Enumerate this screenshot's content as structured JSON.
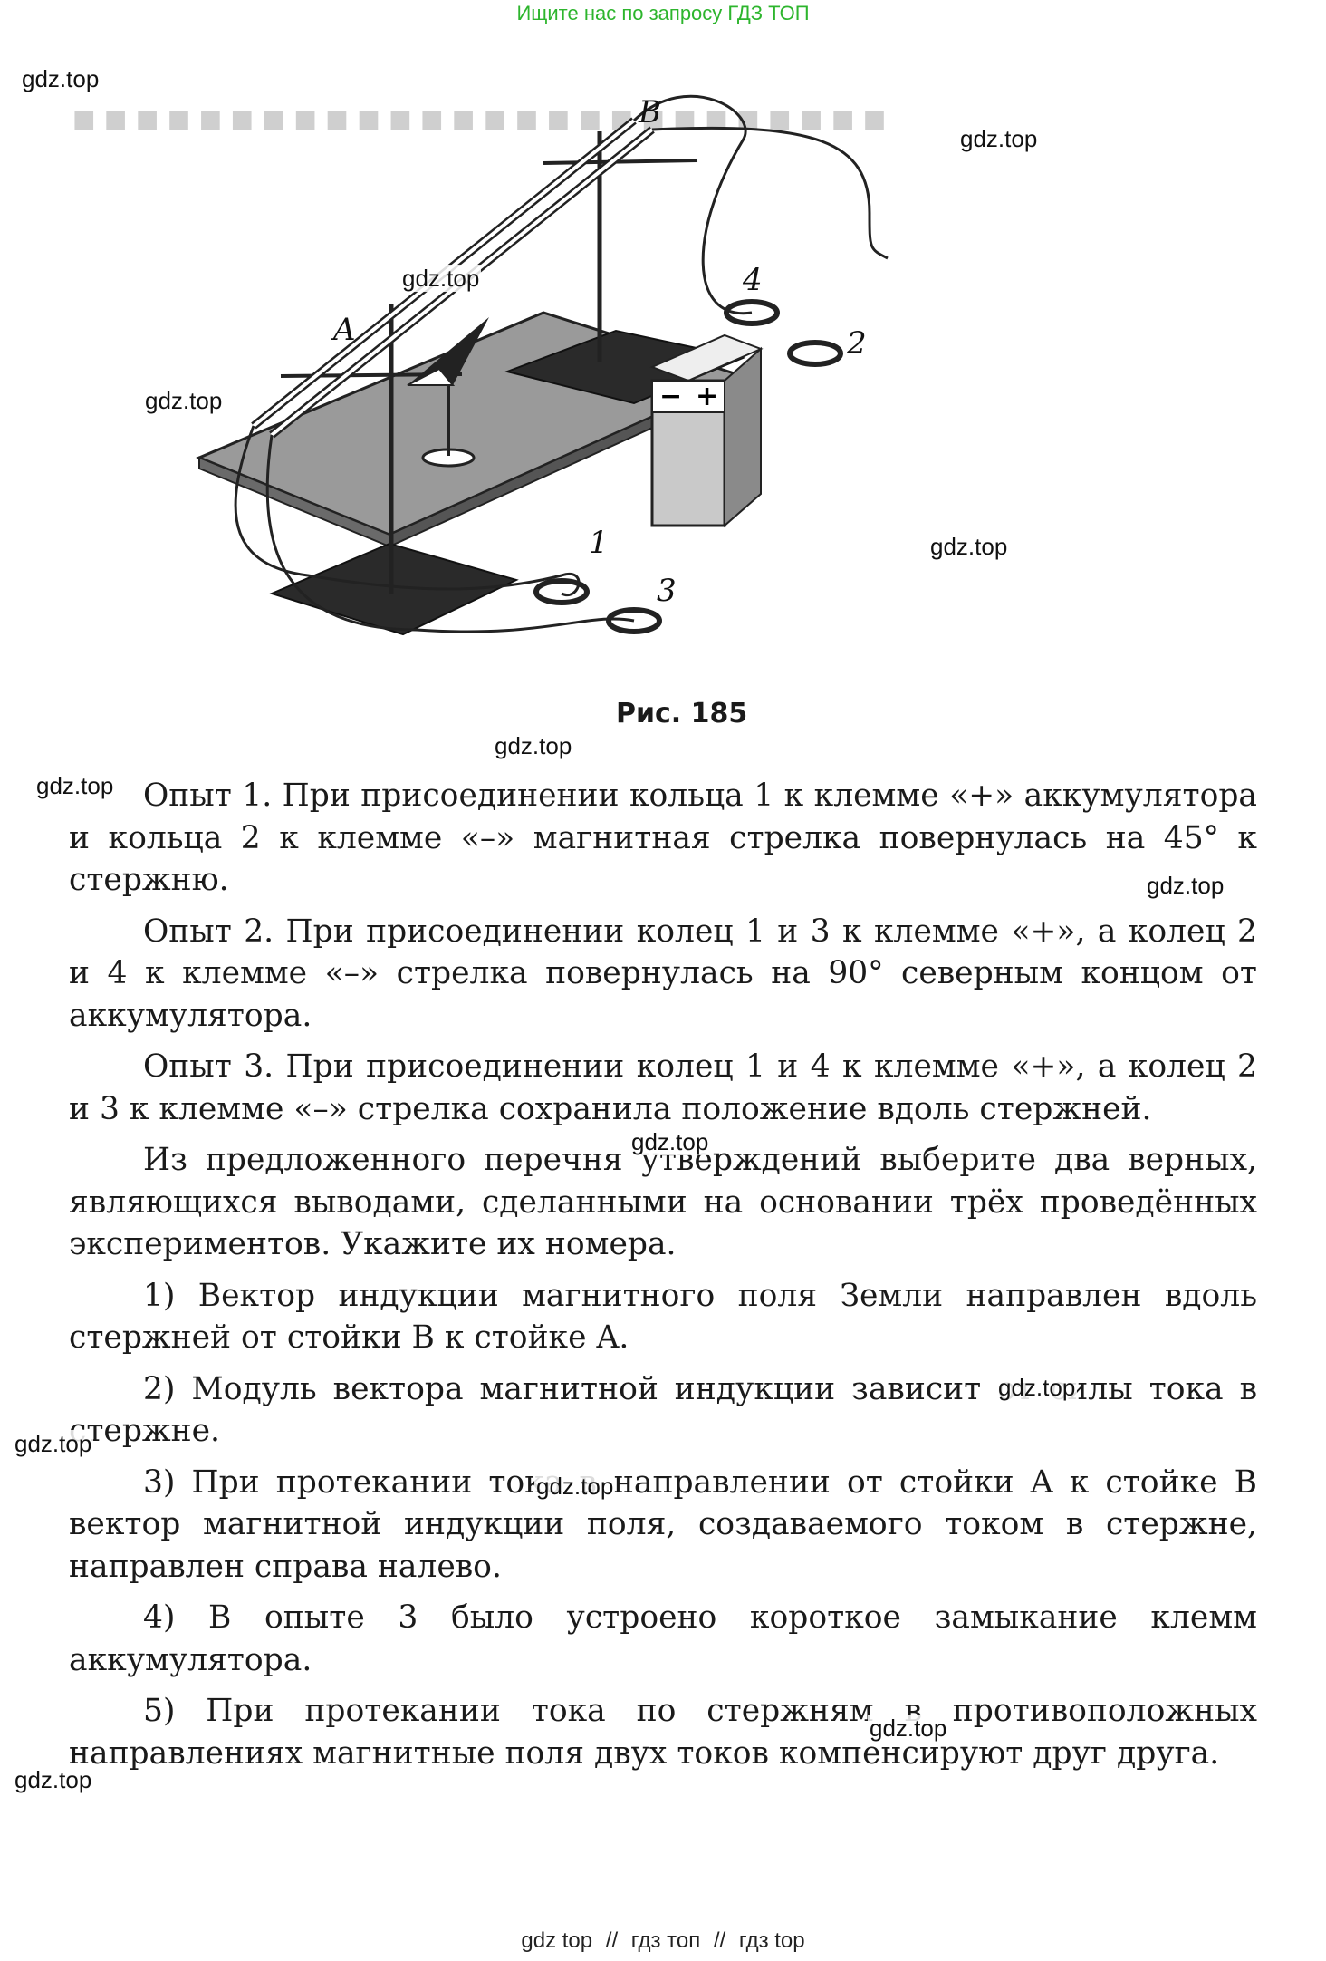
{
  "banner": "Ищите нас по запросу ГДЗ ТОП",
  "watermarks": [
    "gdz.top",
    "gdz.top",
    "gdz.top",
    "gdz.top",
    "gdz.top",
    "gdz.top",
    "gdz.top",
    "gdz.top",
    "gdz.top",
    "gdz.top",
    "gdz.top",
    "gdz.top",
    "gdz.top",
    "gdz.top"
  ],
  "figure": {
    "caption": "Рис. 185",
    "labels": {
      "A": "A",
      "B": "B",
      "r1": "1",
      "r2": "2",
      "r3": "3",
      "r4": "4",
      "minus": "−",
      "plus": "+"
    }
  },
  "paragraphs": [
    "Опыт 1. При присоединении кольца 1 к клемме «+» аккумулятора и кольца 2 к клемме «–» магнитная стрелка повернулась на 45° к стержню.",
    "Опыт 2. При присоединении колец 1 и 3 к клемме «+», а колец 2 и 4 к клемме «–» стрелка повернулась на 90° северным концом от аккумулятора.",
    "Опыт 3. При присоединении колец 1 и 4 к клемме «+», а колец 2 и 3 к клемме «–» стрелка сохранила положение вдоль стержней.",
    "Из предложенного перечня утверждений выберите два верных, являющихся выводами, сделанными на основании трёх проведённых экспериментов. Укажите их номера."
  ],
  "options": [
    "1) Вектор индукции магнитного поля Земли направлен вдоль стержней от стойки B к стойке A.",
    "2) Модуль вектора магнитной индукции зависит от силы тока в стержне.",
    "3) При протекании тока в направлении от стойки A к стойке B вектор магнитной индукции поля, создаваемого током в стержне, направлен справа налево.",
    "4) В опыте 3 было устроено короткое замыкание клемм аккумулятора.",
    "5) При протекании тока по стержням в противоположных направлениях магнитные поля двух токов компенсируют друг друга."
  ],
  "bottom_links": [
    "gdz top",
    "//",
    "гдз топ",
    "//",
    "гдз top"
  ]
}
